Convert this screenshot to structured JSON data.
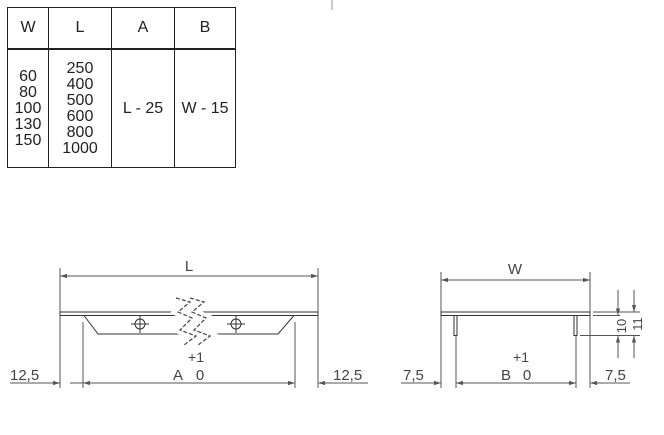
{
  "table": {
    "headers": {
      "w": "W",
      "l": "L",
      "a": "A",
      "b": "B"
    },
    "w_values": [
      "60",
      "80",
      "100",
      "130",
      "150"
    ],
    "l_values": [
      "250",
      "400",
      "500",
      "600",
      "800",
      "1000"
    ],
    "a_formula": "L - 25",
    "b_formula": "W - 15"
  },
  "side_view": {
    "length_label": "L",
    "left_offset": "12,5",
    "right_offset": "12,5",
    "a_label": "A",
    "a_tol_upper": "+1",
    "a_tol_lower": "0"
  },
  "end_view": {
    "width_label": "W",
    "left_offset": "7,5",
    "right_offset": "7,5",
    "b_label": "B",
    "b_tol_upper": "+1",
    "b_tol_lower": "0",
    "height_10": "10",
    "height_11": "11"
  }
}
